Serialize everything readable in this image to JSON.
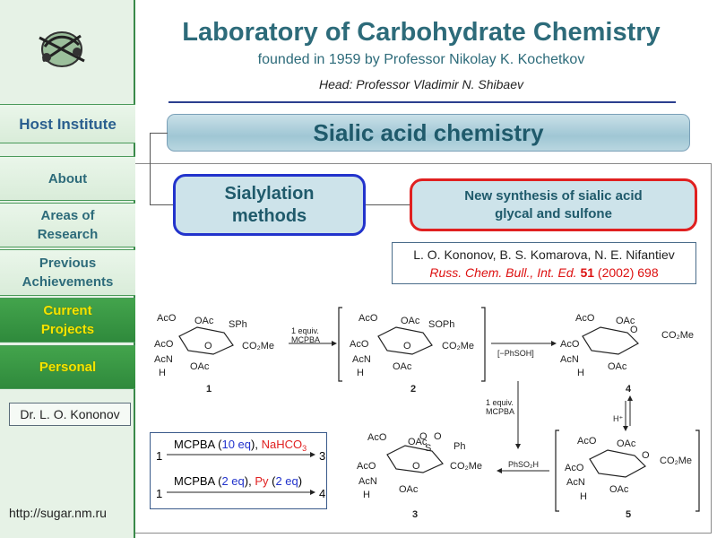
{
  "sidebar": {
    "host_institute": "Host Institute",
    "items": [
      {
        "label": "About"
      },
      {
        "label": "Areas of Research"
      },
      {
        "label": "Previous Achievements"
      },
      {
        "label": "Current Projects"
      },
      {
        "label": "Personal"
      }
    ],
    "person": "Dr. L. O. Kononov",
    "url": "http://sugar.nm.ru"
  },
  "header": {
    "title": "Laboratory of Carbohydrate Chemistry",
    "founded": "founded in 1959 by Professor Nikolay K. Kochetkov",
    "head": "Head: Professor Vladimir N. Shibaev"
  },
  "topic": "Sialic acid chemistry",
  "sialylation": {
    "line1": "Sialylation",
    "line2": "methods"
  },
  "new_synthesis": {
    "line1": "New synthesis of sialic acid",
    "line2": "glycal and sulfone"
  },
  "reference": {
    "authors": "L. O. Kononov, B. S. Komarova, N. E. Nifantiev",
    "journal": "Russ. Chem. Bull., Int. Ed.",
    "volume": "51",
    "pages_year": "(2002) 698"
  },
  "scheme": {
    "labels": {
      "aco": "AcO",
      "oac": "OAc",
      "acn": "AcN",
      "h": "H",
      "o": "O",
      "sph": "SPh",
      "soph": "SOPh",
      "co2me": "CO₂Me",
      "ph": "Ph",
      "s": "S"
    },
    "compounds": [
      "1",
      "2",
      "3",
      "4",
      "5"
    ],
    "step1": {
      "line1": "1 equiv.",
      "line2": "MCPBA"
    },
    "step2": "[−PhSOH]",
    "step3": {
      "line1": "1 equiv.",
      "line2": "MCPBA"
    },
    "step4": "PhSO₂H",
    "step5": "H⁺",
    "box": {
      "r1_start": "1",
      "r1_end": "3",
      "r1_text_a": "MCPBA (",
      "r1_eq": "10 eq",
      "r1_text_b": "), ",
      "r1_base": "NaHCO",
      "r2_start": "1",
      "r2_end": "4",
      "r2_text_a": "MCPBA (",
      "r2_eq1": "2 eq",
      "r2_text_b": "), ",
      "r2_base": "Py",
      "r2_eq2": "2 eq",
      "r2_text_c": ")"
    }
  },
  "colors": {
    "accent": "#2d6b7a",
    "red": "#e02020",
    "blue": "#2233cc",
    "green": "#3a8a4a",
    "yellow": "#f2e600"
  }
}
